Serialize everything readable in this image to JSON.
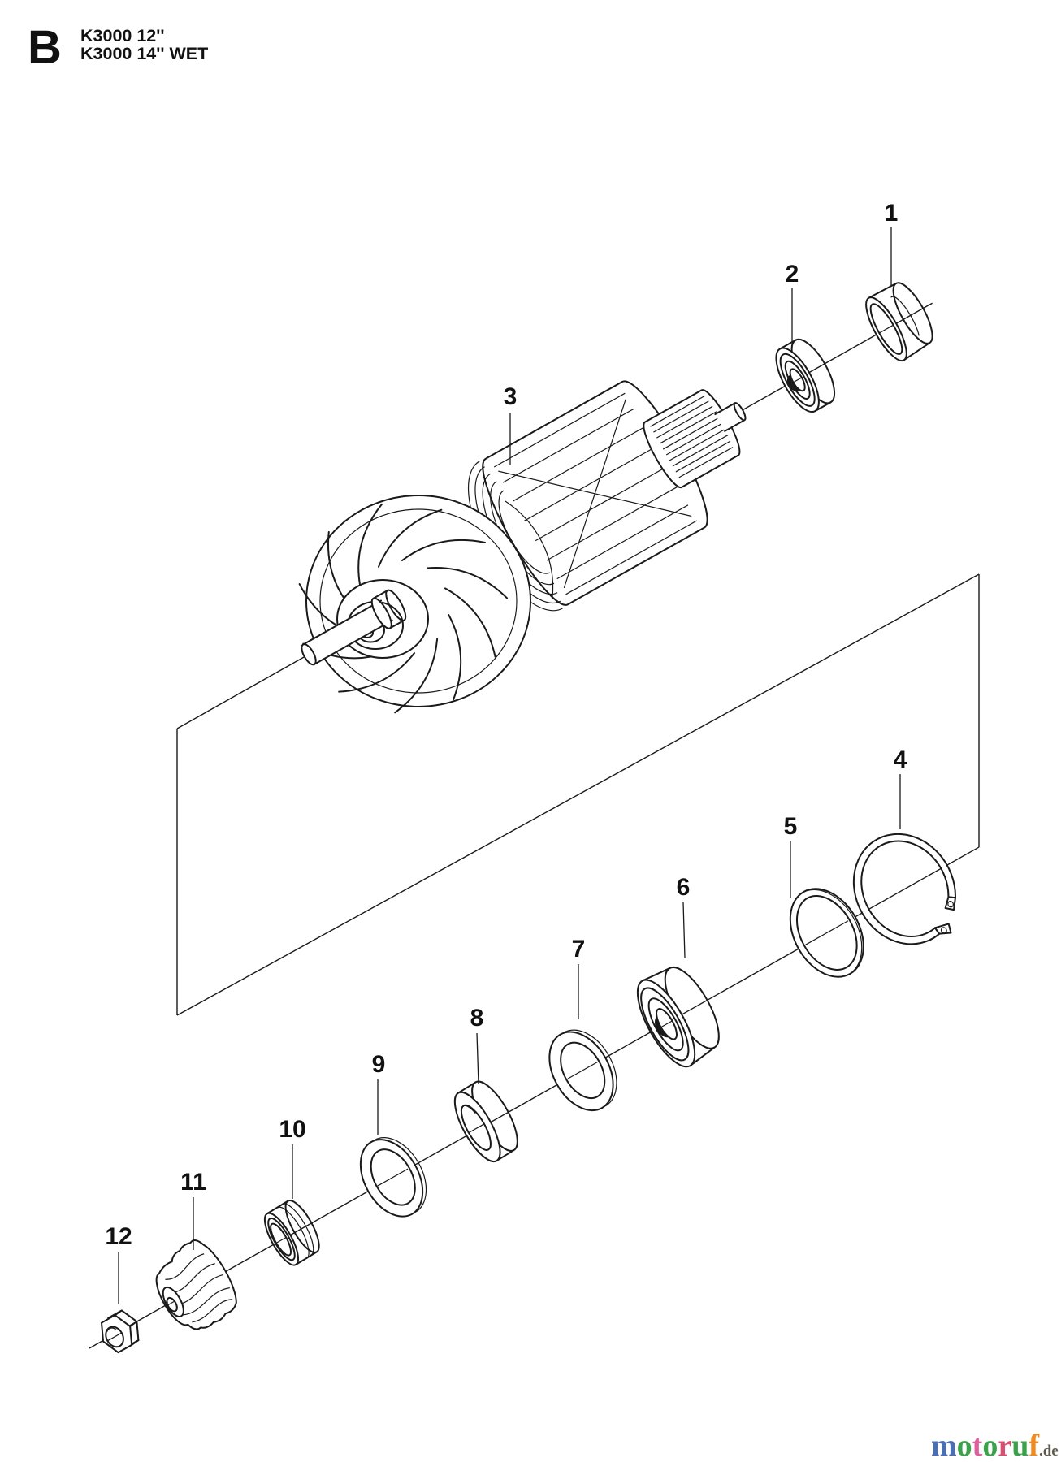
{
  "header": {
    "section_letter": "B",
    "models": [
      "K3000 12''",
      "K3000 14'' WET"
    ]
  },
  "callouts": [
    {
      "number": "1"
    },
    {
      "number": "2"
    },
    {
      "number": "3"
    },
    {
      "number": "4"
    },
    {
      "number": "5"
    },
    {
      "number": "6"
    },
    {
      "number": "7"
    },
    {
      "number": "8"
    },
    {
      "number": "9"
    },
    {
      "number": "10"
    },
    {
      "number": "11"
    },
    {
      "number": "12"
    }
  ],
  "logo": {
    "letters": [
      {
        "char": "m",
        "color": "#4a6fb5"
      },
      {
        "char": "o",
        "color": "#3aa34a"
      },
      {
        "char": "t",
        "color": "#df5f9d"
      },
      {
        "char": "o",
        "color": "#3aa34a"
      },
      {
        "char": "r",
        "color": "#d94f72"
      },
      {
        "char": "u",
        "color": "#3aa34a"
      },
      {
        "char": "f",
        "color": "#f08a1d"
      }
    ],
    "suffix": ".de",
    "suffix_color": "#5f5a4f"
  },
  "diagram": {
    "background": "#ffffff",
    "line_color": "#1a1a1a"
  }
}
